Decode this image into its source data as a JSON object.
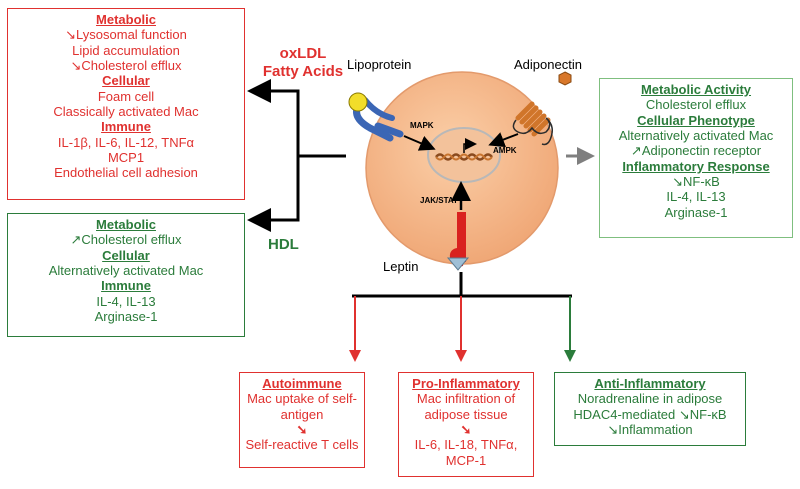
{
  "colors": {
    "red": "#e0312f",
    "green": "#2b7c3b",
    "cell": "#f7b98b",
    "nucleus": "#f3c29b",
    "arrow": "#000000",
    "gray_arrow": "#7f7f7f"
  },
  "labels": {
    "lipoprotein": "Lipoprotein",
    "adiponectin": "Adiponectin",
    "leptin": "Leptin",
    "oxldl_line1": "oxLDL",
    "oxldl_line2": "Fatty Acids",
    "hdl": "HDL",
    "mapk": "MAPK",
    "ampk": "AMPK",
    "jak_stat": "JAK/STAT"
  },
  "oxldl_box": {
    "lines": [
      {
        "text": "Metabolic",
        "head": true
      },
      {
        "text": "↘Lysosomal function",
        "head": false
      },
      {
        "text": "Lipid accumulation",
        "head": false
      },
      {
        "text": "↘Cholesterol efflux",
        "head": false
      },
      {
        "text": "Cellular",
        "head": true
      },
      {
        "text": "Foam cell",
        "head": false
      },
      {
        "text": "Classically activated Mac",
        "head": false
      },
      {
        "text": "Immune",
        "head": true
      },
      {
        "text": "IL-1β, IL-6, IL-12, TNFα",
        "head": false
      },
      {
        "text": "MCP1",
        "head": false
      },
      {
        "text": "Endothelial cell adhesion",
        "head": false
      }
    ]
  },
  "hdl_box": {
    "lines": [
      {
        "text": "Metabolic",
        "head": true
      },
      {
        "text": "↗Cholesterol efflux",
        "head": false
      },
      {
        "text": "Cellular",
        "head": true
      },
      {
        "text": "Alternatively activated Mac",
        "head": false
      },
      {
        "text": "Immune",
        "head": true
      },
      {
        "text": "IL-4, IL-13",
        "head": false
      },
      {
        "text": "Arginase-1",
        "head": false
      }
    ]
  },
  "adiponectin_box": {
    "lines": [
      {
        "text": "Metabolic Activity",
        "head": true
      },
      {
        "text": "Cholesterol efflux",
        "head": false
      },
      {
        "text": "Cellular Phenotype",
        "head": true
      },
      {
        "text": "Alternatively activated Mac",
        "head": false
      },
      {
        "text": "↗Adiponectin receptor",
        "head": false
      },
      {
        "text": "Inflammatory Response",
        "head": true
      },
      {
        "text": "↘NF-κB",
        "head": false
      },
      {
        "text": "IL-4, IL-13",
        "head": false
      },
      {
        "text": "Arginase-1",
        "head": false
      }
    ]
  },
  "autoimmune_box": {
    "title": "Autoimmune",
    "line1": "Mac uptake of self-",
    "line2": "antigen",
    "arrow": "➘",
    "line3": "Self-reactive T cells"
  },
  "proinflammatory_box": {
    "title": "Pro-Inflammatory",
    "line1": "Mac infiltration of",
    "line2": "adipose tissue",
    "arrow": "➘",
    "line3": "IL-6, IL-18, TNFα,",
    "line4": "MCP-1"
  },
  "antiinflammatory_box": {
    "title": "Anti-Inflammatory",
    "line1": "Noradrenaline in adipose",
    "line2": "HDAC4-mediated ↘NF-κB",
    "line3": "↘Inflammation"
  }
}
